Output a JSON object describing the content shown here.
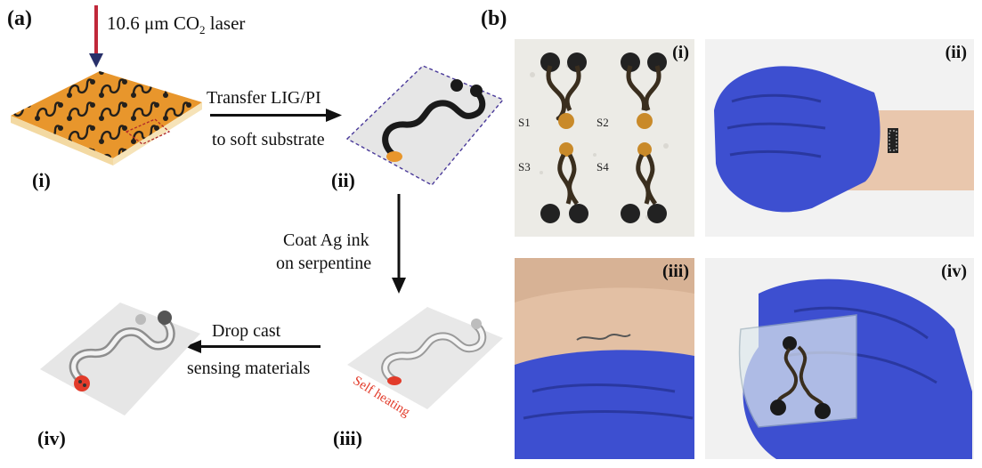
{
  "panel_a": {
    "letter": "(a)",
    "laser_label_prefix": "10.6 μm CO",
    "laser_label_sub": "2",
    "laser_label_suffix": " laser",
    "steps": {
      "transfer_line1": "Transfer LIG/PI",
      "transfer_line2": "to soft substrate",
      "coat_line1": "Coat Ag ink",
      "coat_line2": "on serpentine",
      "drop_line1": "Drop cast",
      "drop_line2": "sensing materials",
      "self_heating": "Self heating"
    },
    "labels": [
      "(i)",
      "(ii)",
      "(iii)",
      "(iv)"
    ]
  },
  "panel_b": {
    "letter": "(b)",
    "photo_labels": [
      "(i)",
      "(ii)",
      "(iii)",
      "(iv)"
    ],
    "sample_labels": [
      "S1",
      "S2",
      "S3",
      "S4"
    ]
  },
  "colors": {
    "laser": "#c0283a",
    "pi_orange": "#e8962c",
    "lig_black": "#1a1a1a",
    "substrate": "#e6e6e6",
    "dashed_border": "#4a3a9a",
    "glove_blue": "#3d4fd0",
    "skin": "#e9c7ad",
    "sensing_red": "#e23b2a"
  }
}
